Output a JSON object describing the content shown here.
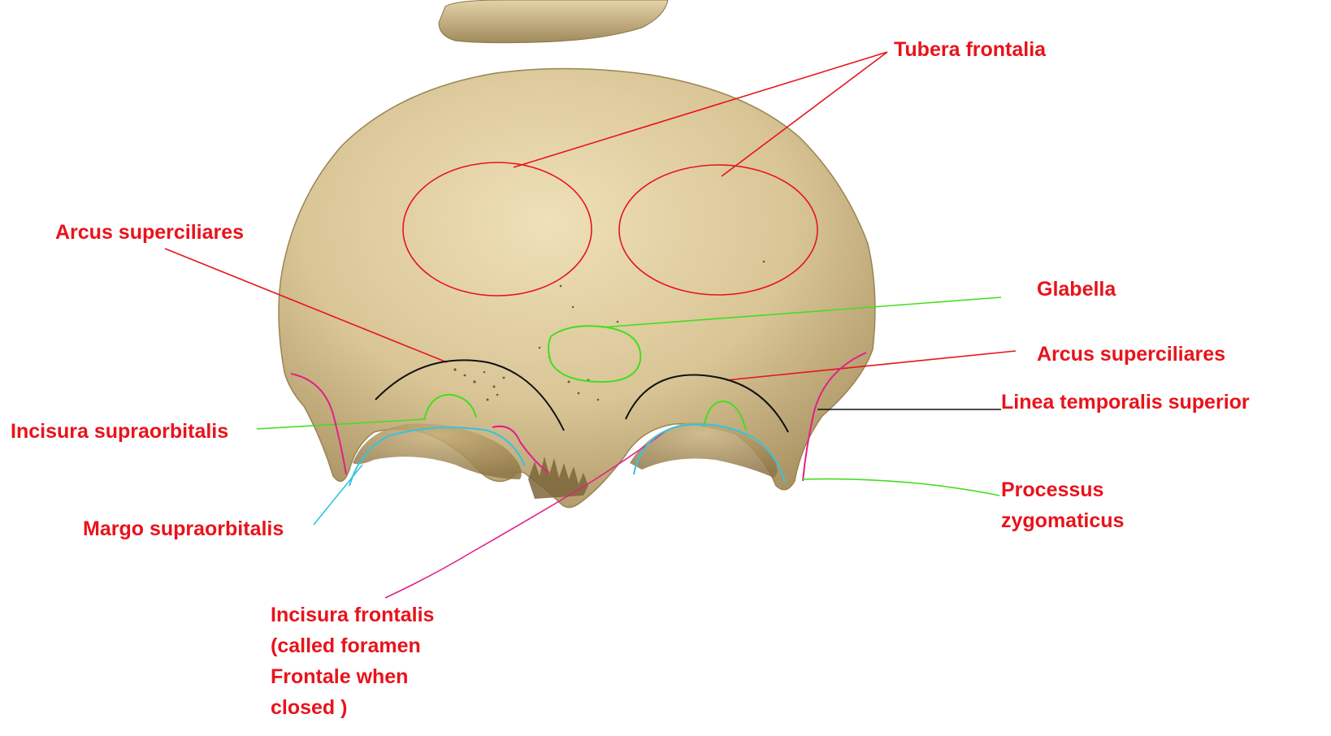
{
  "labels": {
    "tubera_frontalia": "Tubera frontalia",
    "arcus_superciliares_left": "Arcus superciliares",
    "glabella": "Glabella",
    "arcus_superciliares_right": "Arcus superciliares",
    "linea_temporalis_superior": "Linea temporalis superior",
    "incisura_supraorbitalis": "Incisura supraorbitalis",
    "processus_zygomaticus": [
      "Processus",
      "zygomaticus"
    ],
    "margo_supraorbitalis": "Margo supraorbitalis",
    "incisura_frontalis": [
      "Incisura frontalis",
      "(called foramen",
      "Frontale when",
      "closed )"
    ]
  },
  "colors": {
    "label_text": "#e8131b",
    "bone": "#d8c497",
    "bone_shadow": "#a08a5c",
    "red_leader": "#e8131b",
    "green_leader": "#44dd22",
    "black_leader": "#111111",
    "cyan_leader": "#33c4e0",
    "magenta_leader": "#e0208a"
  }
}
